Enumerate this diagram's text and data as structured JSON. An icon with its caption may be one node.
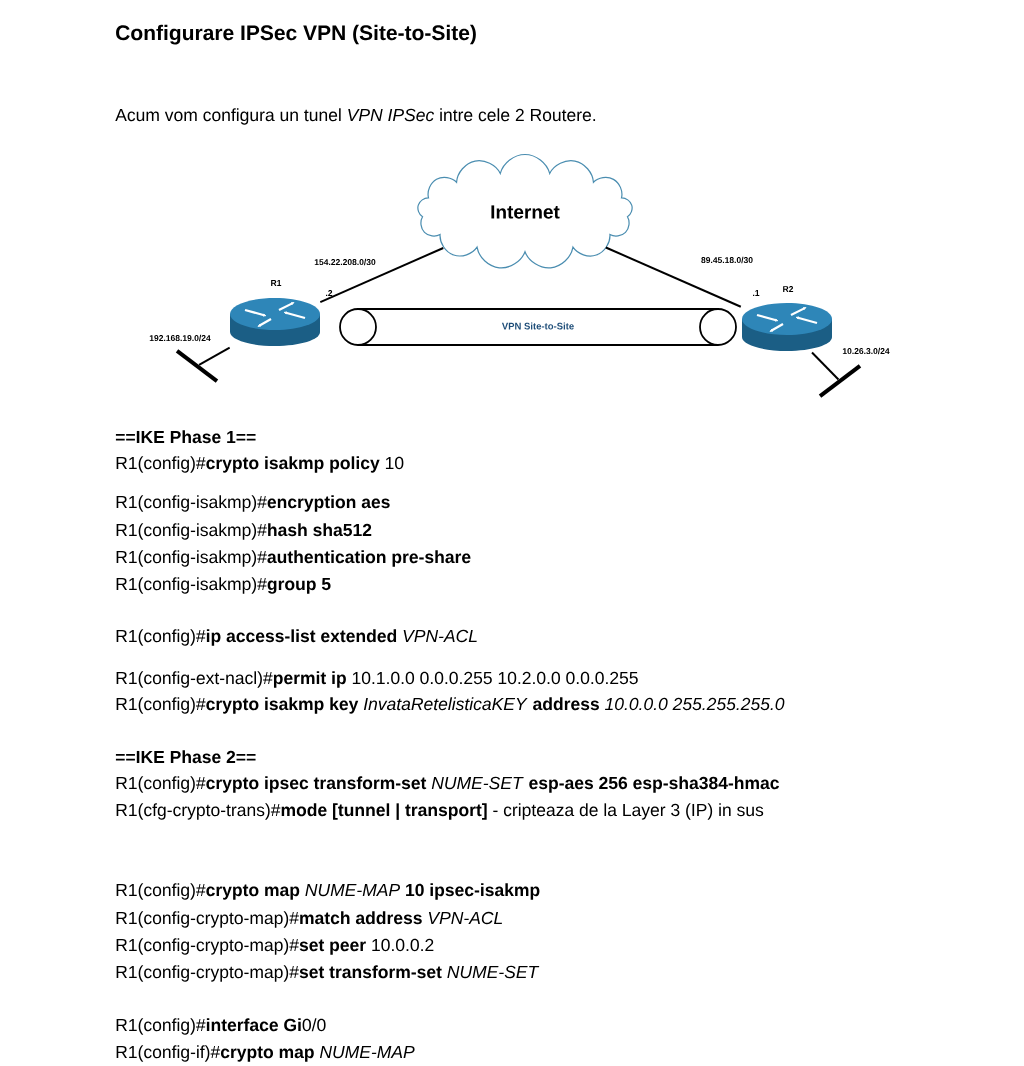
{
  "diagram": {
    "title": "Configurare IPSec VPN (Site-to-Site)",
    "nodes": [
      {
        "text": [
          "Internet"
        ]
      },
      {
        "text": [
          "R1"
        ]
      },
      {
        "text": [
          "R2"
        ]
      },
      {
        "text": [],
        "shape": "bar"
      },
      {
        "text": [],
        "shape": "bar"
      },
      {
        "text": [
          "VPN Site-to-Site"
        ]
      }
    ],
    "edges": [
      {
        "from": 1,
        "to": 0,
        "arrow": "none",
        "label": "154.22.208.0/30"
      },
      {
        "from": 0,
        "to": 2,
        "arrow": "none",
        "label": "89.45.18.0/30"
      },
      {
        "from": 1,
        "to": 3,
        "arrow": "none",
        "label": "192.168.19.0/24"
      },
      {
        "from": 2,
        "to": 4,
        "arrow": "none",
        "label": "10.26.3.0/24"
      }
    ],
    "labels": [
      "Acum vom configura un tunel *VPN IPSec* intre cele 2 Routere.",
      ".2",
      ".1",
      "==IKE Phase 1==",
      "R1(config)#**crypto isakmp policy** 10",
      "R1(config-isakmp)#**encryption aes**",
      "R1(config-isakmp)#**hash sha512**",
      "R1(config-isakmp)#**authentication pre-share**",
      "R1(config-isakmp)#**group 5**",
      "R1(config)#**ip access-list extended** *VPN-ACL*",
      "R1(config-ext-nacl)#**permit ip** 10.1.0.0 0.0.0.255 10.2.0.0 0.0.0.255",
      "R1(config)#**crypto isakmp key** *InvataRetelisticaKEY* **address** *10.0.0.0 255.255.255.0*",
      "==IKE Phase 2==",
      "R1(config)#**crypto ipsec transform-set** *NUME-SET* **esp-aes 256 esp-sha384-hmac**",
      "R1(cfg-crypto-trans)#**mode [tunnel | transport]** - cripteaza de la Layer 3 (IP) in sus",
      "R1(config)#**crypto map** *NUME-MAP* **10 ipsec-isakmp**",
      "R1(config-crypto-map)#**match address** *VPN-ACL*",
      "R1(config-crypto-map)#**set peer** 10.0.0.2",
      "R1(config-crypto-map)#**set transform-set** *NUME-SET*",
      "R1(config)#**interface Gi**0/0",
      "R1(config-if)#**crypto map** *NUME-MAP*"
    ]
  }
}
